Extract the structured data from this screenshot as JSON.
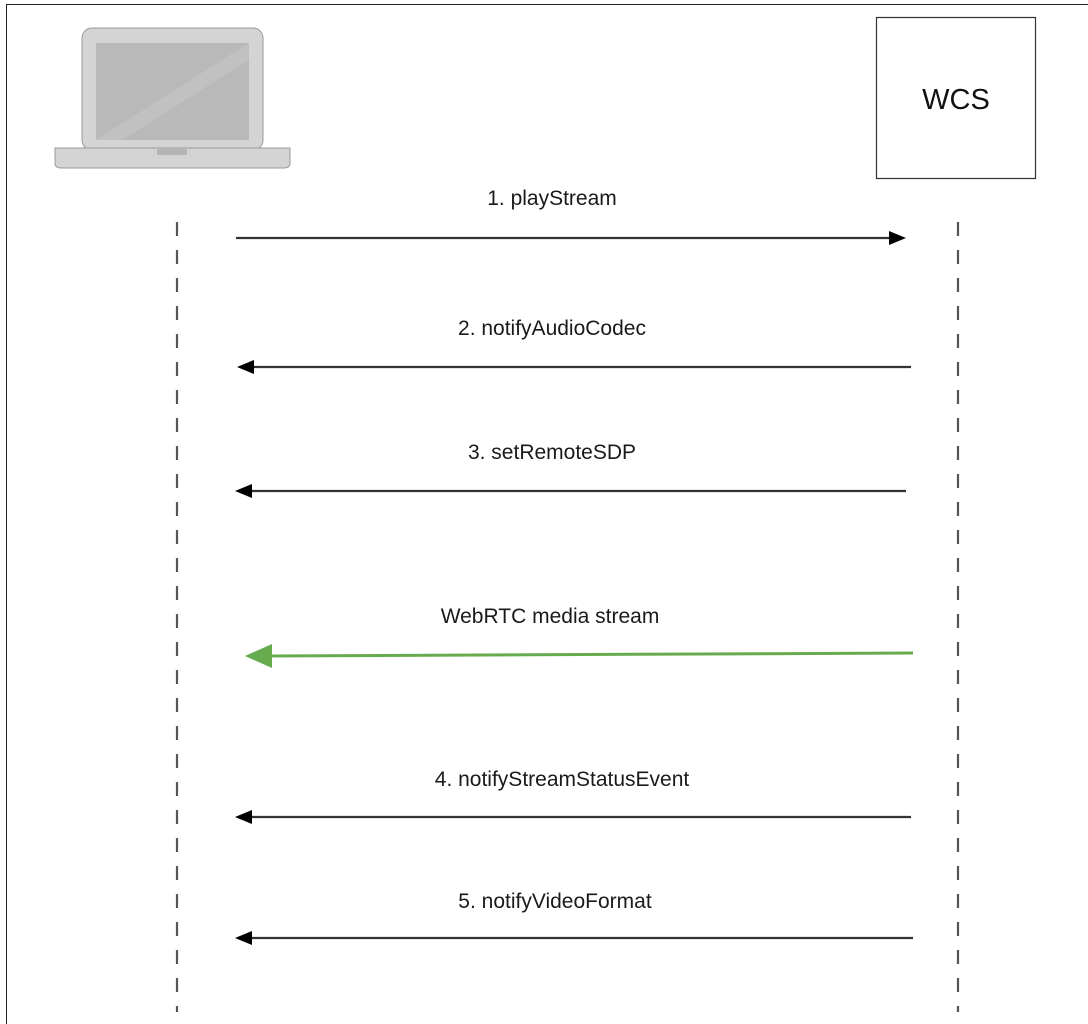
{
  "participants": {
    "client": {
      "icon": "laptop-icon"
    },
    "server": {
      "label": "WCS"
    }
  },
  "messages": [
    {
      "label": "1. playStream",
      "direction": "to-server",
      "color": "#333333"
    },
    {
      "label": "2. notifyAudioCodec",
      "direction": "to-client",
      "color": "#333333"
    },
    {
      "label": "3. setRemoteSDP",
      "direction": "to-client",
      "color": "#333333"
    },
    {
      "label": "WebRTC media stream",
      "direction": "to-client",
      "color": "#67ab4f"
    },
    {
      "label": "4. notifyStreamStatusEvent",
      "direction": "to-client",
      "color": "#333333"
    },
    {
      "label": "5. notifyVideoFormat",
      "direction": "to-client",
      "color": "#333333"
    }
  ]
}
